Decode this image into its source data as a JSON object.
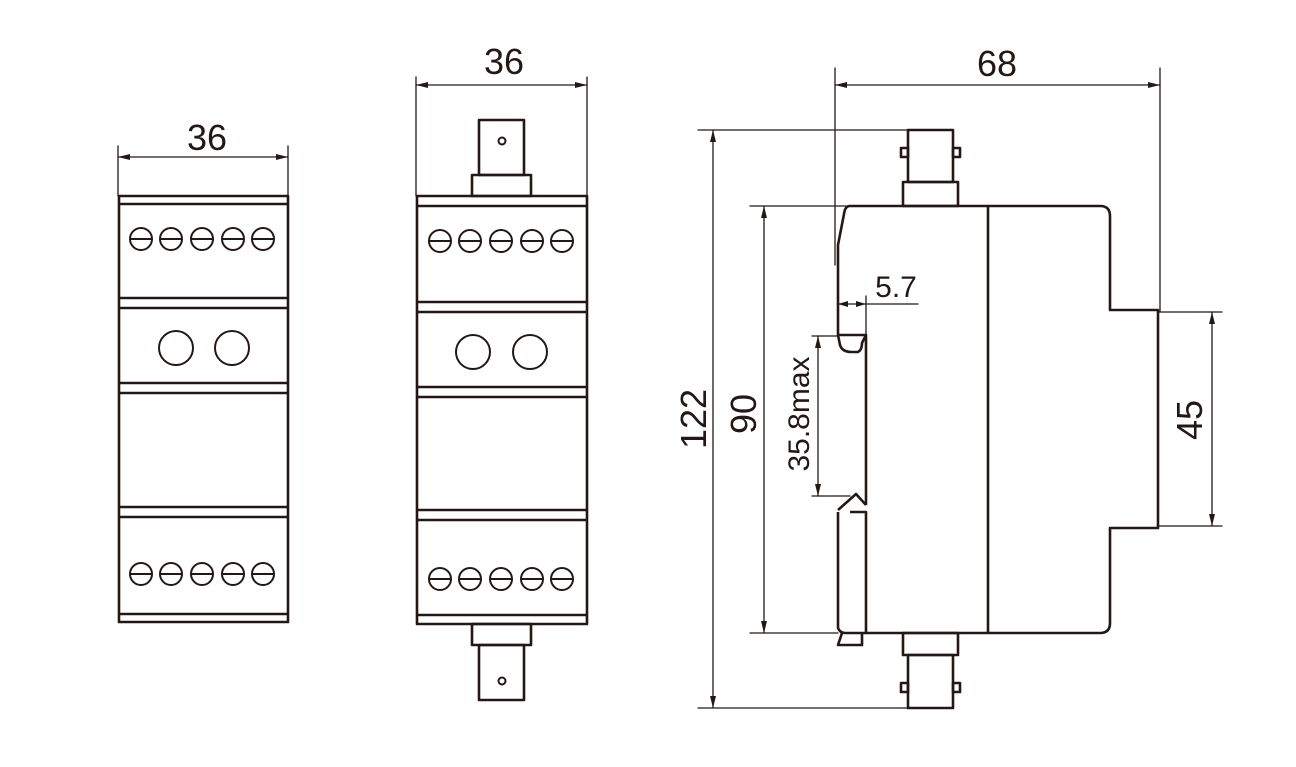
{
  "dimensions": {
    "front_width": "36",
    "mid_width": "36",
    "side_depth": "68",
    "total_height": "122",
    "body_height": "90",
    "rail_width": "35.8max",
    "clip_offset": "5.7",
    "step_height": "45"
  },
  "colors": {
    "line": "#231815",
    "background": "#ffffff"
  }
}
